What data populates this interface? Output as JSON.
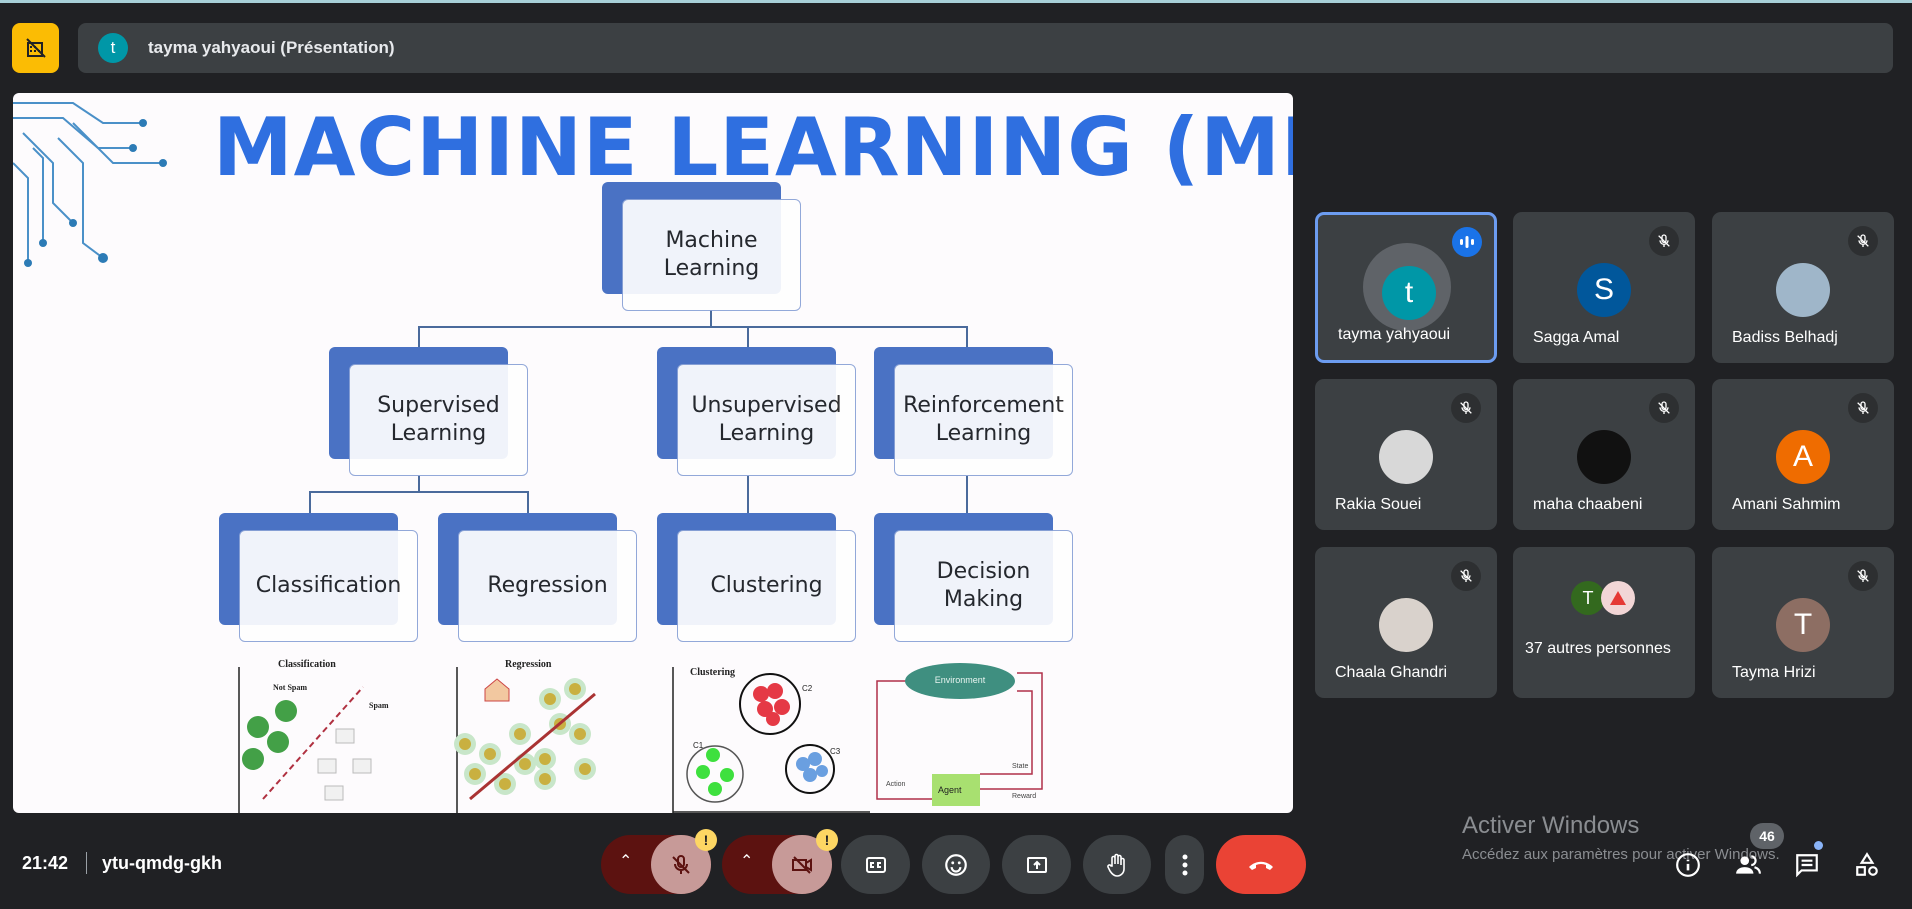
{
  "header": {
    "presenter_initial": "t",
    "title": "tayma yahyaoui (Présentation)"
  },
  "slide": {
    "title": "MACHINE LEARNING (ML)",
    "nodes": {
      "root": "Machine Learning",
      "supervised": "Supervised Learning",
      "unsupervised": "Unsupervised Learning",
      "reinforcement": "Reinforcement Learning",
      "classification": "Classification",
      "regression": "Regression",
      "clustering": "Clustering",
      "decision": "Decision Making"
    },
    "panels": {
      "classification": {
        "title": "Classification",
        "not_spam": "Not Spam",
        "spam": "Spam"
      },
      "regression": {
        "title": "Regression"
      },
      "clustering": {
        "title": "Clustering",
        "c1": "C1",
        "c2": "C2",
        "c3": "C3"
      },
      "rl": {
        "environment": "Environment",
        "agent": "Agent",
        "action": "Action",
        "state": "State",
        "reward": "Reward"
      }
    }
  },
  "participants": [
    {
      "name": "tayma yahyaoui",
      "initial": "t",
      "color": "#0097a7",
      "speaking": true
    },
    {
      "name": "Sagga Amal",
      "initial": "S",
      "color": "#01579b",
      "muted": true
    },
    {
      "name": "Badiss Belhadj",
      "initial": "",
      "color": "#9fb6c9",
      "muted": true
    },
    {
      "name": "Rakia Souei",
      "initial": "",
      "color": "#d8d8d8",
      "muted": true
    },
    {
      "name": "maha chaabeni",
      "initial": "",
      "color": "#111111",
      "muted": true
    },
    {
      "name": "Amani Sahmim",
      "initial": "A",
      "color": "#ef6c00",
      "muted": true
    },
    {
      "name": "Chaala Ghandri",
      "initial": "",
      "color": "#d9d2cc",
      "muted": true
    },
    {
      "name": "37 autres personnes",
      "initial": "T",
      "color": "#33691e"
    },
    {
      "name": "Tayma Hrizi",
      "initial": "T",
      "color": "#8d6e63",
      "muted": true
    }
  ],
  "footer": {
    "time": "21:42",
    "meeting_code": "ytu-qmdg-gkh",
    "people_count": "46",
    "watermark_title": "Activer Windows",
    "watermark_sub": "Accédez aux paramètres pour activer Windows."
  }
}
